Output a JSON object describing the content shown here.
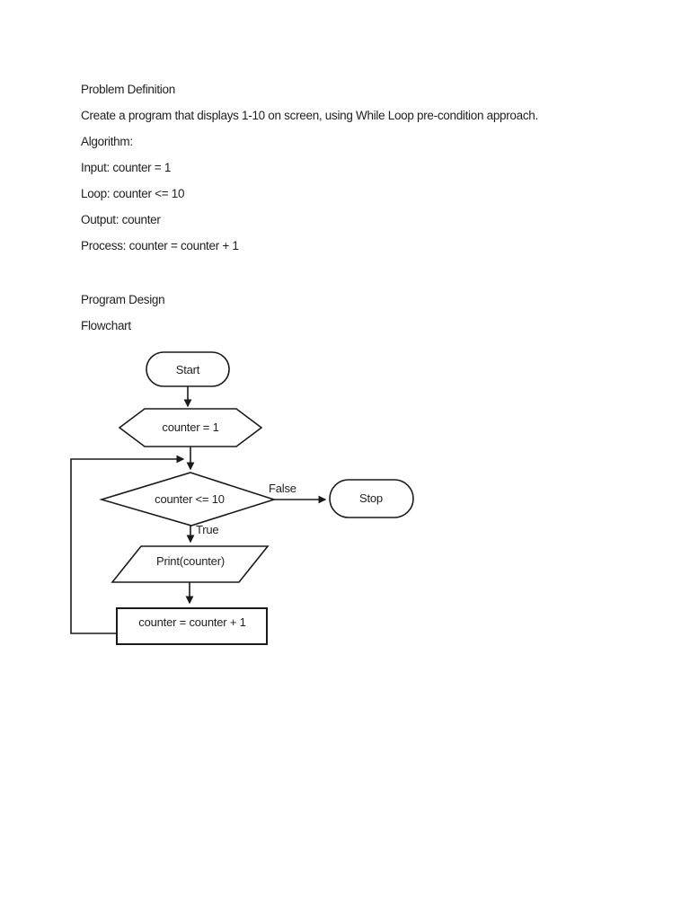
{
  "colors": {
    "paper": "#ffffff",
    "ink": "#1a1a1a"
  },
  "doc": {
    "lines": [
      "Problem Definition",
      "Create a program that displays 1-10 on screen, using While Loop pre-condition approach.",
      "Algorithm:",
      "Input: counter = 1",
      "Loop: counter <= 10",
      "Output: counter",
      "Process: counter = counter + 1",
      "Program Design",
      "Flowchart"
    ]
  },
  "flowchart": {
    "nodes": {
      "start": "Start",
      "init": "counter = 1",
      "condition": "counter <= 10",
      "print": "Print(counter)",
      "increment": "counter = counter + 1",
      "stop": "Stop"
    },
    "labels": {
      "false": "False",
      "true": "True"
    }
  }
}
